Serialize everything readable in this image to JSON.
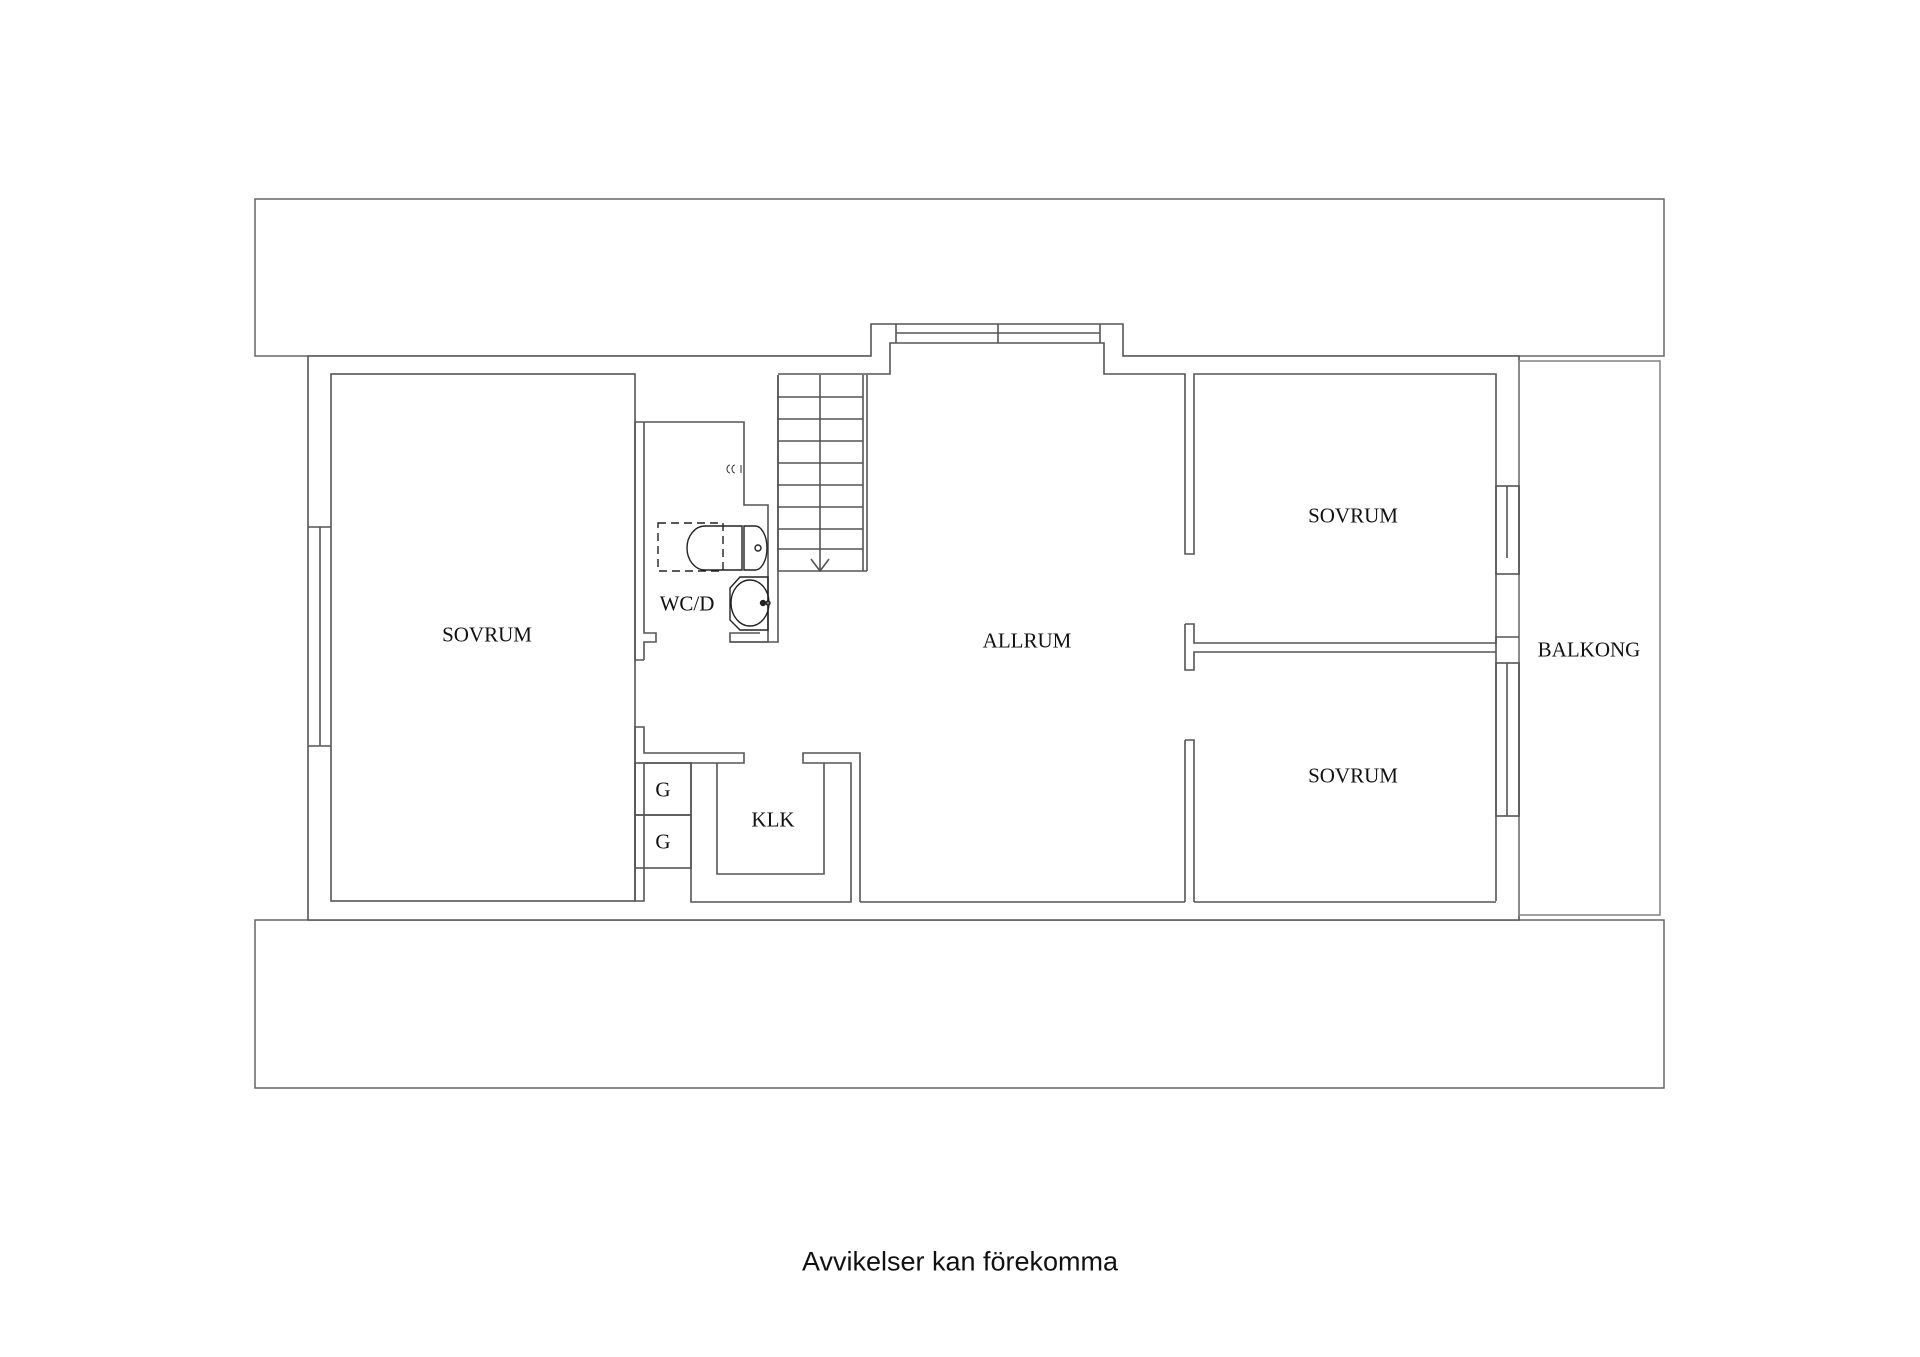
{
  "plan": {
    "rooms": [
      {
        "id": "sovrum-left",
        "label": "SOVRUM"
      },
      {
        "id": "wc",
        "label": "WC/D"
      },
      {
        "id": "allrum",
        "label": "ALLRUM"
      },
      {
        "id": "sovrum-top-right",
        "label": "SOVRUM"
      },
      {
        "id": "sovrum-bottom-right",
        "label": "SOVRUM"
      },
      {
        "id": "balkong",
        "label": "BALKONG"
      },
      {
        "id": "klk",
        "label": "KLK"
      },
      {
        "id": "g1",
        "label": "G"
      },
      {
        "id": "g2",
        "label": "G"
      }
    ],
    "colors": {
      "wall": "#555555",
      "fixture": "#222222",
      "background": "#ffffff"
    }
  },
  "footer": {
    "disclaimer": "Avvikelser kan förekomma"
  }
}
